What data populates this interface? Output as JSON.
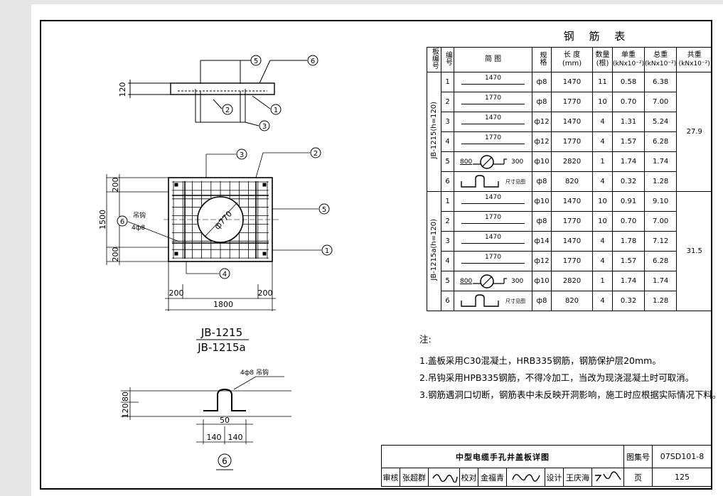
{
  "rebar_table": {
    "title": "钢 筋 表",
    "headers": {
      "board": "板编号",
      "no": "编号",
      "diagram": "简 图",
      "spec": "规格",
      "length": "长 度",
      "length_unit": "(mm)",
      "qty": "数量",
      "qty_unit": "(根)",
      "unit_weight": "单重",
      "unit_weight_unit": "(kNx10⁻²)",
      "total_weight": "总重",
      "total_weight_unit": "(kNx10⁻²)",
      "sum_weight": "共重",
      "sum_weight_unit": "(kNx10⁻²)"
    },
    "groups": [
      {
        "board": "JB-1215(h=120)",
        "sum": "27.9",
        "rows": [
          {
            "no": "1",
            "dim": "1470",
            "spec": "ф8",
            "length": "1470",
            "qty": "11",
            "unit": "0.58",
            "total": "6.38"
          },
          {
            "no": "2",
            "dim": "1770",
            "spec": "ф8",
            "length": "1770",
            "qty": "10",
            "unit": "0.70",
            "total": "7.00"
          },
          {
            "no": "3",
            "dim": "1470",
            "spec": "ф12",
            "length": "1470",
            "qty": "4",
            "unit": "1.31",
            "total": "5.24"
          },
          {
            "no": "4",
            "dim": "1770",
            "spec": "ф12",
            "length": "1770",
            "qty": "4",
            "unit": "1.57",
            "total": "6.28"
          },
          {
            "no": "5",
            "dim_left": "800",
            "dim_right": "300",
            "spec": "ф10",
            "length": "2820",
            "qty": "1",
            "unit": "1.74",
            "total": "1.74"
          },
          {
            "no": "6",
            "dim_note": "尺寸见图",
            "spec": "ф8",
            "length": "820",
            "qty": "4",
            "unit": "0.32",
            "total": "1.28"
          }
        ]
      },
      {
        "board": "JB-1215a(h=120)",
        "sum": "31.5",
        "rows": [
          {
            "no": "1",
            "dim": "1470",
            "spec": "ф10",
            "length": "1470",
            "qty": "10",
            "unit": "0.91",
            "total": "9.10"
          },
          {
            "no": "2",
            "dim": "1770",
            "spec": "ф8",
            "length": "1770",
            "qty": "10",
            "unit": "0.70",
            "total": "7.00"
          },
          {
            "no": "3",
            "dim": "1470",
            "spec": "ф14",
            "length": "1470",
            "qty": "4",
            "unit": "1.78",
            "total": "7.12"
          },
          {
            "no": "4",
            "dim": "1770",
            "spec": "ф12",
            "length": "1770",
            "qty": "4",
            "unit": "1.57",
            "total": "6.28"
          },
          {
            "no": "5",
            "dim_left": "800",
            "dim_right": "300",
            "spec": "ф10",
            "length": "2820",
            "qty": "1",
            "unit": "1.74",
            "total": "1.74"
          },
          {
            "no": "6",
            "dim_note": "尺寸见图",
            "spec": "ф8",
            "length": "820",
            "qty": "4",
            "unit": "0.32",
            "total": "1.28"
          }
        ]
      }
    ]
  },
  "notes": {
    "heading": "注:",
    "items": [
      "1.盖板采用C30混凝土，HRB335钢筋，钢筋保护层20mm。",
      "2.吊钩采用HPB335钢筋，不得冷加工，当改为现浇混凝土时可取消。",
      "3.钢筋遇洞口切断，钢筋表中未反映开洞影响，施工时应根据实际情况下料。"
    ]
  },
  "drawing": {
    "section_thickness": "120",
    "plan_edge_top": "200",
    "plan_height": "1500",
    "plan_edge_bottom": "200",
    "plan_width": "1800",
    "plan_edge_left": "200",
    "plan_edge_right": "200",
    "hole_dia": "ф770",
    "hook_label": "吊钩",
    "hook_spec": "4ф8",
    "hook_detail_label": "4ф8 吊钩",
    "hook_dim_120": "120",
    "hook_dim_80": "80",
    "hook_dim_50": "50",
    "hook_dim_140a": "140",
    "hook_dim_140b": "140",
    "detail_mark": "6",
    "label_main": "JB-1215",
    "label_alt": "JB-1215a",
    "callouts": [
      "1",
      "2",
      "3",
      "4",
      "5",
      "6"
    ]
  },
  "title_block": {
    "title": "中型电缆手孔井盖板详图",
    "atlas_label": "图集号",
    "atlas_no": "07SD101-8",
    "page_label": "页",
    "page_no": "125",
    "review_label": "审核",
    "reviewer": "张超群",
    "check_label": "校对",
    "checker": "金福青",
    "design_label": "设计",
    "designer": "王庆海"
  }
}
